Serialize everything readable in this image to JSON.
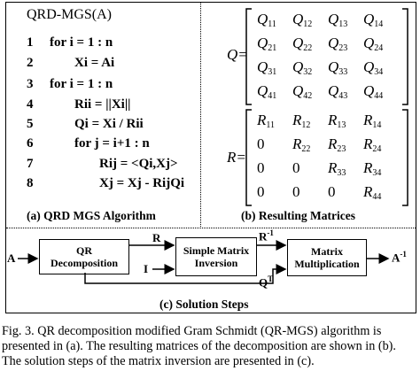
{
  "panel_a": {
    "title": "QRD-MGS(A)",
    "lines": [
      {
        "num": "1",
        "code": "for i = 1 : n"
      },
      {
        "num": "2",
        "code": "Xi = Ai"
      },
      {
        "num": "3",
        "code": "for i = 1 : n"
      },
      {
        "num": "4",
        "code": "Rii = ||Xi||"
      },
      {
        "num": "5",
        "code": "Qi = Xi / Rii"
      },
      {
        "num": "6",
        "code": "for j = i+1 : n"
      },
      {
        "num": "7",
        "code": "Rij = <Qi,Xj>"
      },
      {
        "num": "8",
        "code": "Xj = Xj - RijQi"
      }
    ],
    "caption": "(a) QRD MGS Algorithm"
  },
  "panel_b": {
    "q_label": "Q=",
    "q_matrix": [
      [
        "Q11",
        "Q12",
        "Q13",
        "Q14"
      ],
      [
        "Q21",
        "Q22",
        "Q23",
        "Q24"
      ],
      [
        "Q31",
        "Q32",
        "Q33",
        "Q34"
      ],
      [
        "Q41",
        "Q42",
        "Q43",
        "Q44"
      ]
    ],
    "r_label": "R=",
    "r_matrix": [
      [
        "R11",
        "R12",
        "R13",
        "R14"
      ],
      [
        "0",
        "R22",
        "R23",
        "R24"
      ],
      [
        "0",
        "0",
        "R33",
        "R34"
      ],
      [
        "0",
        "0",
        "0",
        "R44"
      ]
    ],
    "caption": "(b) Resulting Matrices"
  },
  "panel_c": {
    "input_a": "A",
    "qr_block": "QR Decomposition",
    "inv_block": "Simple Matrix Inversion",
    "mul_block": "Matrix Multiplication",
    "r_label": "R",
    "i_label": "I",
    "rinv_label": "R",
    "rinv_sup": "-1",
    "qt_label": "Q",
    "qt_sup": "T",
    "output": "A",
    "output_sup": "-1",
    "caption": "(c) Solution Steps"
  },
  "figure_caption": "Fig. 3. QR decomposition modified Gram Schmidt (QR-MGS) algorithm is presented in (a). The resulting matrices of the decomposition are shown in (b). The solution steps of the matrix inversion are presented in (c)."
}
